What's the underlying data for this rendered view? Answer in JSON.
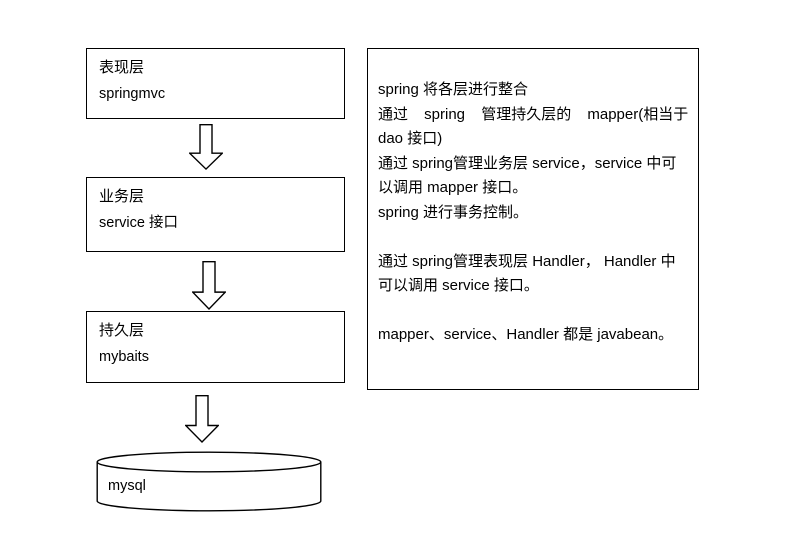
{
  "diagram": {
    "layers": [
      {
        "title": "表现层",
        "subtitle": "springmvc"
      },
      {
        "title": "业务层",
        "subtitle": "service 接口"
      },
      {
        "title": "持久层",
        "subtitle": "mybaits"
      }
    ],
    "database": {
      "label": "mysql"
    },
    "arrow_glyph": "hollow-down-arrow"
  },
  "notes": {
    "lines": [
      "spring 将各层进行整合",
      "通过 spring 管理持久层的 mapper(相当于",
      "dao 接口)",
      "通过 spring管理业务层 service，service 中可",
      "以调用 mapper 接口。",
      "spring 进行事务控制。",
      "",
      "通过 spring管理表现层 Handler， Handler 中",
      "可以调用 service 接口。",
      "",
      "mapper、service、Handler 都是 javabean。"
    ]
  },
  "colors": {
    "line": "#000000",
    "background": "#ffffff",
    "text": "#000000"
  }
}
